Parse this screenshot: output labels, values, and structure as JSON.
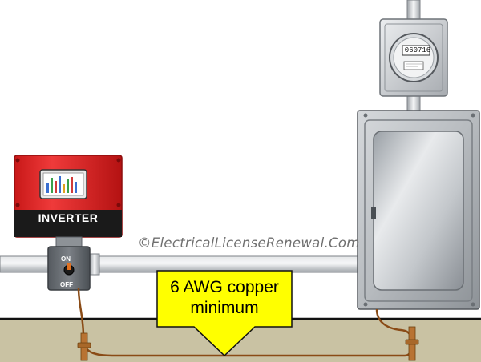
{
  "inverter": {
    "label": "INVERTER",
    "switch_on": "ON",
    "switch_off": "OFF"
  },
  "meter": {
    "reading": "060716"
  },
  "watermark": "©ElectricalLicenseRenewal.Com",
  "callout": {
    "text": "6 AWG copper minimum"
  },
  "colors": {
    "inverter_red": "#e02424",
    "inverter_band": "#1a1a1a",
    "callout_fill": "#ffff00",
    "ground_fill": "#c9c2a3",
    "wall": "#ffffff",
    "conduit": "#b8bcc0",
    "copper_wire": "#8a4b16"
  },
  "icons": [
    "inverter-box-icon",
    "disconnect-switch-icon",
    "electric-meter-icon",
    "panel-box-icon",
    "ground-rod-icon"
  ]
}
